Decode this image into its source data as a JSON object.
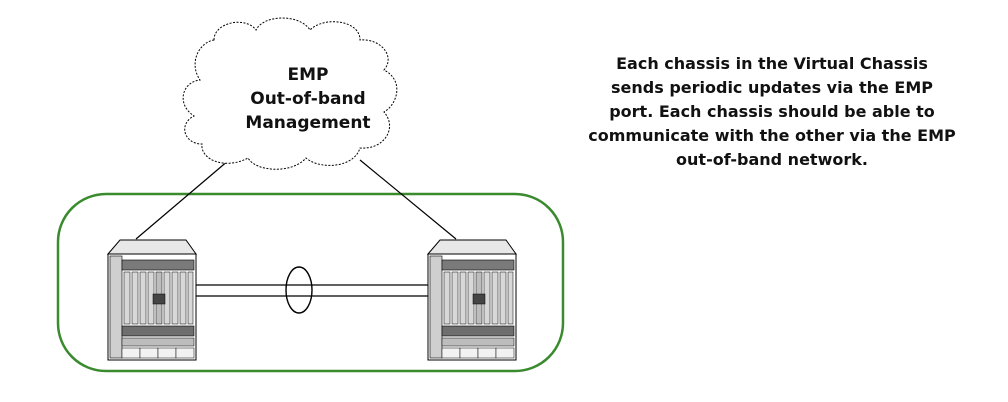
{
  "cloud": {
    "line1": "EMP",
    "line2": "Out-of-band",
    "line3": "Management"
  },
  "description": {
    "lines": [
      "Each chassis in the Virtual Chassis",
      "sends periodic updates via the EMP",
      "port. Each chassis should be able to",
      "communicate with the other via the EMP",
      "out-of-band network."
    ]
  },
  "colors": {
    "group_border": "#3a8a2e",
    "line": "#000000",
    "chassis_shade": "#9a9a9a"
  },
  "icons": {
    "cloud": "cloud-icon",
    "chassis": "chassis-icon",
    "link_bundle": "link-bundle-ellipse"
  }
}
